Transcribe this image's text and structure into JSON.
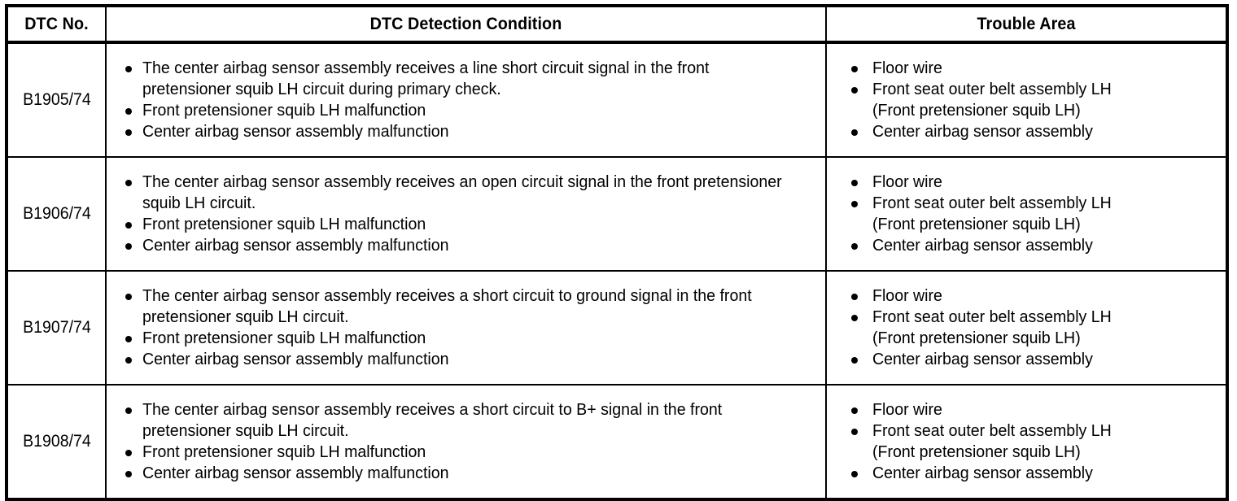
{
  "table": {
    "headers": [
      {
        "id": "dtc-no",
        "label": "DTC No."
      },
      {
        "id": "dtc-detection-condition",
        "label": "DTC Detection Condition"
      },
      {
        "id": "trouble-area",
        "label": "Trouble Area"
      }
    ],
    "rows": [
      {
        "dtc_no": "B1905/74",
        "detection_condition": [
          "The center airbag sensor assembly receives a line short circuit signal in the front pretensioner squib LH circuit during primary check.",
          "Front pretensioner squib LH malfunction",
          "Center airbag sensor assembly malfunction"
        ],
        "trouble_area": [
          "Floor wire",
          "Front seat outer belt assembly LH\n(Front pretensioner squib LH)",
          "Center airbag sensor assembly"
        ]
      },
      {
        "dtc_no": "B1906/74",
        "detection_condition": [
          "The center airbag sensor assembly receives an open circuit signal in the front pretensioner squib LH circuit.",
          "Front pretensioner squib LH malfunction",
          "Center airbag sensor assembly malfunction"
        ],
        "trouble_area": [
          "Floor wire",
          "Front seat outer belt assembly LH\n(Front pretensioner squib LH)",
          "Center airbag sensor assembly"
        ]
      },
      {
        "dtc_no": "B1907/74",
        "detection_condition": [
          "The center airbag sensor assembly receives a short circuit to ground signal in the front pretensioner squib LH circuit.",
          "Front pretensioner squib LH malfunction",
          "Center airbag sensor assembly malfunction"
        ],
        "trouble_area": [
          "Floor wire",
          "Front seat outer belt assembly LH\n(Front pretensioner squib LH)",
          "Center airbag sensor assembly"
        ]
      },
      {
        "dtc_no": "B1908/74",
        "detection_condition": [
          "The center airbag sensor assembly receives a short circuit to B+ signal in the front pretensioner squib LH circuit.",
          "Front pretensioner squib LH malfunction",
          "Center airbag sensor assembly malfunction"
        ],
        "trouble_area": [
          "Floor wire",
          "Front seat outer belt assembly LH\n(Front pretensioner squib LH)",
          "Center airbag sensor assembly"
        ]
      }
    ]
  },
  "colors": {
    "border": "#000000",
    "background": "#ffffff",
    "text": "#000000"
  }
}
